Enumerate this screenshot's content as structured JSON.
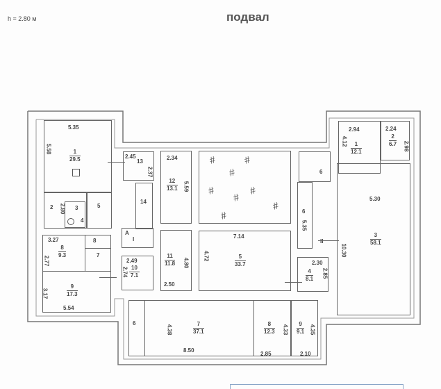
{
  "header": {
    "height_note": "h = 2.80 м",
    "title": "подвал"
  },
  "left_block": {
    "room1": {
      "number": "1",
      "area": "29.5",
      "width": "5.35",
      "length": "5.58"
    },
    "room2": {
      "number": "2",
      "dim": "2.80"
    },
    "room3": {
      "number": "3"
    },
    "room4": {
      "number": "4"
    },
    "room5": {
      "number": "5"
    },
    "room8a": {
      "number": "8",
      "area": "9.3",
      "width": "3.27",
      "length": "2.77"
    },
    "room8b": {
      "number": "8"
    },
    "room7": {
      "number": "7"
    },
    "room9": {
      "number": "9",
      "area": "17.3",
      "length": "3.17",
      "width": "5.54"
    }
  },
  "middle_block": {
    "room13": {
      "number": "13",
      "width": "2.45",
      "length": "2.37"
    },
    "room14": {
      "number": "14"
    },
    "roomA": {
      "number": "A",
      "sub": "I"
    },
    "room12": {
      "number": "12",
      "area": "13.1",
      "width": "2.34",
      "length": "5.59"
    },
    "room10": {
      "number": "10",
      "area": "7.1",
      "width": "2.49",
      "length": "2.74"
    },
    "room11": {
      "number": "11",
      "area": "11.8",
      "length": "4.80",
      "width": "2.50"
    },
    "hatched": {
      "symbol": "#"
    },
    "room5": {
      "number": "5",
      "area": "33.7",
      "width": "7.14",
      "length": "4.72"
    }
  },
  "bottom_block": {
    "room6": {
      "number": "6"
    },
    "room7": {
      "number": "7",
      "area": "37.1",
      "length": "4.38",
      "width": "8.50"
    },
    "room8": {
      "number": "8",
      "area": "12.3",
      "length": "4.33",
      "width": "2.85"
    },
    "room9": {
      "number": "9",
      "area": "9.1",
      "length": "4.35",
      "width": "2.10"
    }
  },
  "right_block": {
    "room6top": {
      "number": "6"
    },
    "room6corr": {
      "number": "6",
      "length": "5.35"
    },
    "stair": {
      "number": "II"
    },
    "room4": {
      "number": "4",
      "area": "8.1",
      "width": "2.30",
      "length": "2.85"
    },
    "room1": {
      "number": "1",
      "area": "12.1",
      "width": "2.94",
      "length": "4.12"
    },
    "room2": {
      "number": "2",
      "area": "6.7",
      "width": "2.24",
      "length": "2.98"
    },
    "room3": {
      "number": "3",
      "area": "58.1",
      "width": "5.30",
      "length": "10.30"
    }
  }
}
